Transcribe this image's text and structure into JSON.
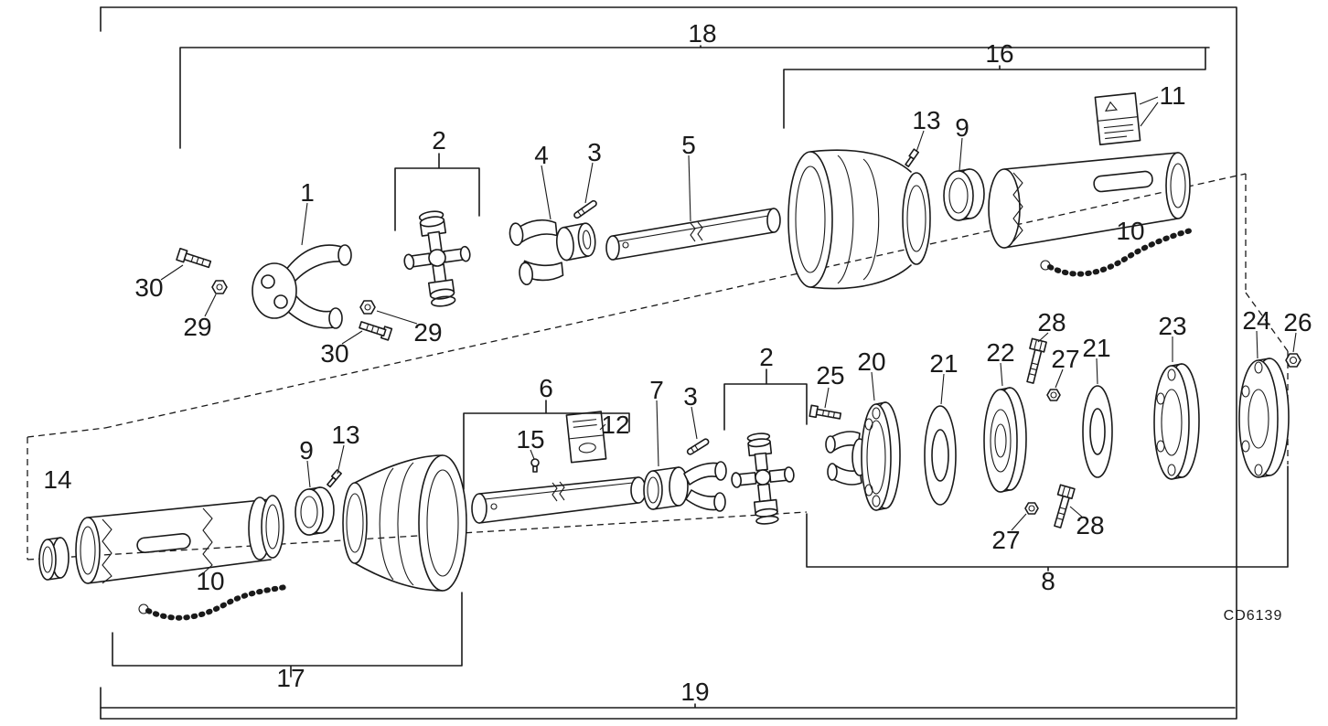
{
  "figure": {
    "code": "CD6139"
  },
  "callouts": {
    "top_18": "18",
    "top_16": "16",
    "top_11": "11",
    "top_13": "13",
    "top_9": "9",
    "top_2": "2",
    "top_4": "4",
    "top_3": "3",
    "top_5": "5",
    "top_1": "1",
    "top_30_left": "30",
    "top_29_left": "29",
    "top_29_right": "29",
    "top_30_right": "30",
    "top_10": "10",
    "bot_28_top": "28",
    "bot_23": "23",
    "bot_24": "24",
    "bot_26": "26",
    "bot_21_right": "21",
    "bot_22": "22",
    "bot_27_top": "27",
    "bot_21_left": "21",
    "bot_20": "20",
    "bot_25": "25",
    "bot_2": "2",
    "bot_6": "6",
    "bot_7": "7",
    "bot_3": "3",
    "bot_12": "12",
    "bot_15": "15",
    "bot_13": "13",
    "bot_9": "9",
    "bot_14": "14",
    "bot_10": "10",
    "bot_27_bottom": "27",
    "bot_28_bottom": "28",
    "bot_8": "8",
    "bot_17": "17",
    "bot_19": "19"
  }
}
